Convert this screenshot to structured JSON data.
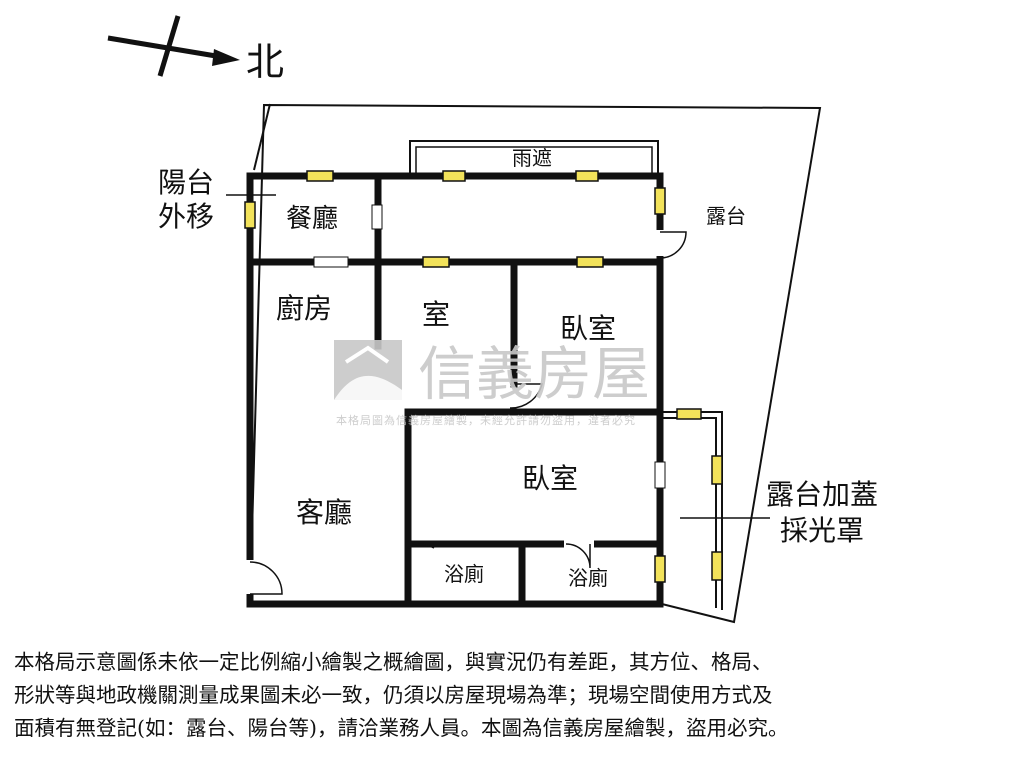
{
  "compass": {
    "label": "北"
  },
  "rooms": {
    "canopy": "雨遮",
    "dining": "餐廳",
    "terrace_top": "露台",
    "balcony_moved_1": "陽台",
    "balcony_moved_2": "外移",
    "kitchen": "廚房",
    "room": "室",
    "bedroom_1": "臥室",
    "bedroom_2": "臥室",
    "living": "客廳",
    "bath_1": "浴廁",
    "bath_2": "浴廁",
    "terrace_cover_1": "露台加蓋",
    "terrace_cover_2": "採光罩"
  },
  "watermark": {
    "brand": "信義房屋",
    "notice": "本格局圖為信義房屋繪製，未經允許請勿盜用，違者必究"
  },
  "disclaimer": [
    "本格局示意圖係未依一定比例縮小繪製之概繪圖，與實況仍有差距，其方位、格局、",
    "形狀等與地政機關測量成果圖未必一致，仍須以房屋現場為準；現場空間使用方式及",
    "面積有無登記(如：露台、陽台等)，請洽業務人員。本圖為信義房屋繪製，盜用必究。"
  ],
  "colors": {
    "wall": "#111111",
    "window": "#f2e25a",
    "watermark": "#c8c8c8"
  }
}
